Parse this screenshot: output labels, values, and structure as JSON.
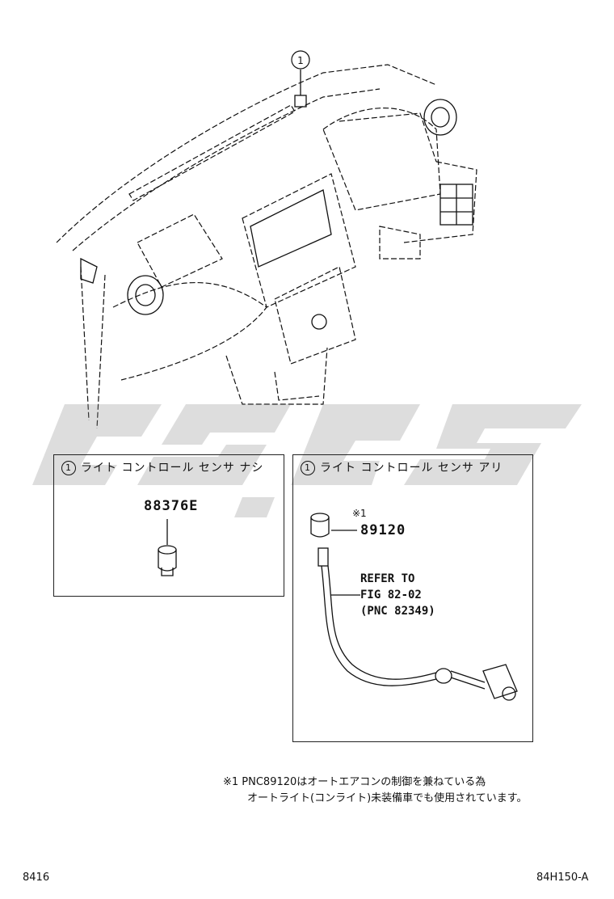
{
  "diagram": {
    "callout_number": "1",
    "left_box": {
      "header": "ライト コントロール センサ ナシ",
      "part_number": "88376E"
    },
    "right_box": {
      "header": "ライト コントロール センサ アリ",
      "note_mark": "※1",
      "part_number": "89120",
      "refer_line1": "REFER TO",
      "refer_line2": "FIG 82-02",
      "refer_line3": "(PNC 82349)"
    },
    "footnote_line1": "※1 PNC89120はオートエアコンの制御を兼ねている為",
    "footnote_line2": "オートライト(コンライト)未装備車でも使用されています。",
    "page_code": "8416",
    "figure_code": "84H150-A"
  }
}
